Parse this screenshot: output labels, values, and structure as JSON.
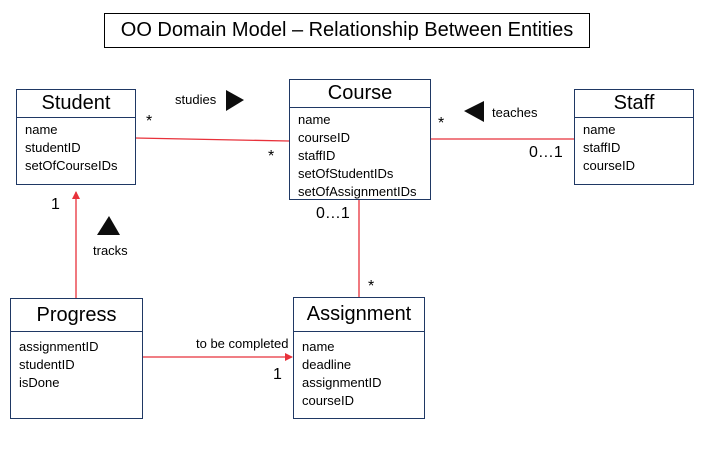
{
  "title": "OO Domain Model – Relationship Between Entities",
  "colors": {
    "entity_border": "#1f3864",
    "association_line": "#e8313a",
    "arrow_marker": "#0d0d0d"
  },
  "entities": {
    "student": {
      "name": "Student",
      "attributes": [
        "name",
        "studentID",
        "setOfCourseIDs"
      ]
    },
    "course": {
      "name": "Course",
      "attributes": [
        "name",
        "courseID",
        "staffID",
        "setOfStudentIDs",
        "setOfAssignmentIDs"
      ]
    },
    "staff": {
      "name": "Staff",
      "attributes": [
        "name",
        "staffID",
        "courseID"
      ]
    },
    "progress": {
      "name": "Progress",
      "attributes": [
        "assignmentID",
        "studentID",
        "isDone"
      ]
    },
    "assignment": {
      "name": "Assignment",
      "attributes": [
        "name",
        "deadline",
        "assignmentID",
        "courseID"
      ]
    }
  },
  "associations": {
    "studies": {
      "label": "studies",
      "mult_student": "*",
      "mult_course": "*"
    },
    "teaches": {
      "label": "teaches",
      "mult_course": "*",
      "mult_staff": "0…1"
    },
    "course_assignment": {
      "mult_course": "0…1",
      "mult_assignment": "*"
    },
    "tracks": {
      "label": "tracks",
      "mult_student": "1"
    },
    "completion": {
      "label": "to be completed",
      "mult_assignment": "1"
    }
  }
}
